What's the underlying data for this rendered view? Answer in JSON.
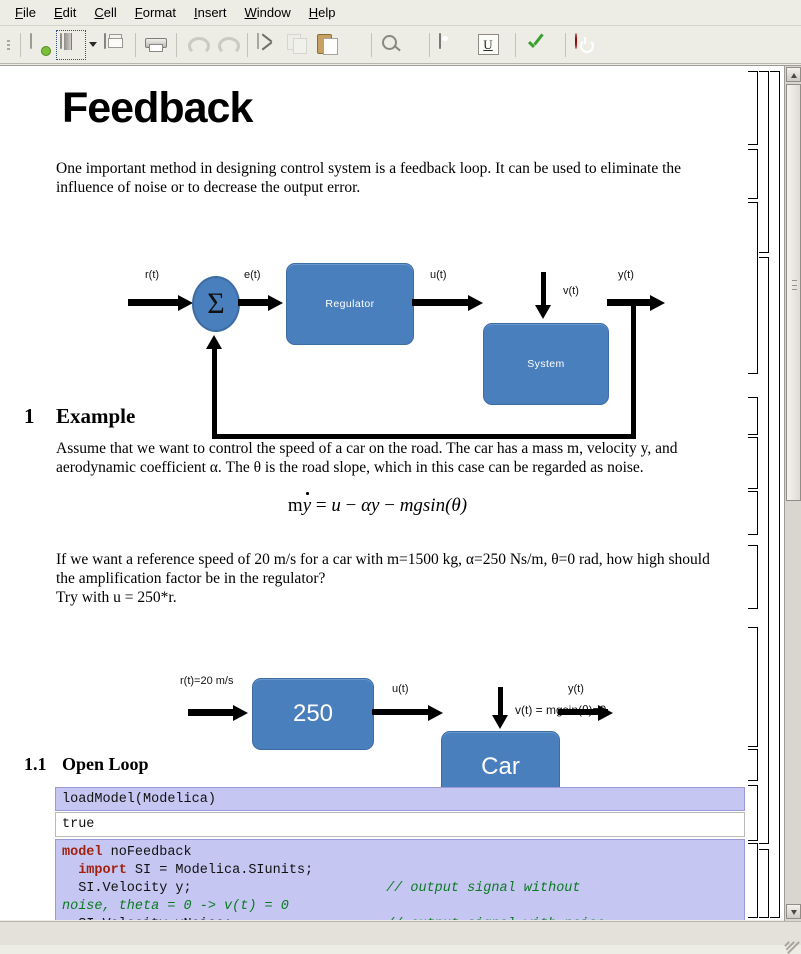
{
  "app": {
    "menu": [
      {
        "label": "File",
        "accel": "F"
      },
      {
        "label": "Edit",
        "accel": "E"
      },
      {
        "label": "Cell",
        "accel": "C"
      },
      {
        "label": "Format",
        "accel": "F"
      },
      {
        "label": "Insert",
        "accel": "I"
      },
      {
        "label": "Window",
        "accel": "W"
      },
      {
        "label": "Help",
        "accel": "H"
      }
    ],
    "toolbar": [
      {
        "name": "new-document-icon",
        "tip": "New"
      },
      {
        "name": "open-folder-icon",
        "tip": "Open"
      },
      {
        "name": "open-dropdown-arrow-icon",
        "tip": "Recent"
      },
      {
        "name": "save-icon",
        "tip": "Save"
      },
      {
        "name": "print-icon",
        "tip": "Print"
      },
      {
        "name": "undo-icon",
        "tip": "Undo"
      },
      {
        "name": "redo-icon",
        "tip": "Redo"
      },
      {
        "name": "cut-icon",
        "tip": "Cut"
      },
      {
        "name": "copy-icon",
        "tip": "Copy"
      },
      {
        "name": "paste-icon",
        "tip": "Paste"
      },
      {
        "name": "search-icon",
        "tip": "Find"
      },
      {
        "name": "insert-image-icon",
        "tip": "Insert Image"
      },
      {
        "name": "underline-icon",
        "tip": "Underline",
        "glyph": "U"
      },
      {
        "name": "evaluate-check-icon",
        "tip": "Evaluate"
      },
      {
        "name": "shutdown-power-icon",
        "tip": "Quit"
      }
    ]
  },
  "document": {
    "title": "Feedback",
    "intro": "One important method in designing control system is a feedback loop. It can be used to eliminate the influence of noise or to decrease the output error.",
    "sections": [
      {
        "num": "1",
        "title": "Example"
      },
      {
        "num": "1.1",
        "title": "Open Loop"
      }
    ],
    "example_para": "Assume that we want to control the speed of a car on the road. The car has a mass m, velocity y, and aerodynamic coefficient α. The θ is the road slope, which in this case can be regarded as noise.",
    "equation": "mẏ = u − αy − mgsin(θ)",
    "question_line1": "If we want a reference speed of 20 m/s for a car with m=1500 kg, α=250 Ns/m, θ=0 rad, how high should",
    "question_line2": "the amplification factor be in the regulator?",
    "question_line3": "Try with u = 250*r."
  },
  "diagram1": {
    "name": "feedback-loop-block-diagram",
    "blocks": [
      {
        "label": "Regulator"
      },
      {
        "label": "System"
      }
    ],
    "sum_symbol": "Σ",
    "labels": {
      "input": "r(t)",
      "error": "e(t)",
      "control": "u(t)",
      "noise": "v(t)",
      "output": "y(t)"
    },
    "colors": {
      "block_fill": "#4a7fbd",
      "block_border": "#3d6ca3"
    }
  },
  "diagram2": {
    "name": "open-loop-car-block-diagram",
    "blocks": [
      {
        "label": "250"
      },
      {
        "label": "Car"
      }
    ],
    "labels": {
      "input": "r(t)=20 m/s",
      "control": "u(t)",
      "noise": "v(t) = mgsin(θ)=0",
      "output": "y(t)"
    },
    "colors": {
      "block_fill": "#4a7fbd",
      "block_border": "#3d6ca3"
    }
  },
  "cells": [
    {
      "type": "input",
      "name": "load-model-input-cell",
      "text": "loadModel(Modelica)"
    },
    {
      "type": "output",
      "name": "load-model-output-cell",
      "text": "true"
    },
    {
      "type": "input",
      "name": "no-feedback-model-input-cell",
      "lines": [
        {
          "kw": "model",
          "rest": " noFeedback"
        },
        {
          "indent": "  ",
          "kw": "import",
          "rest": " SI = Modelica.SIunits;"
        },
        {
          "indent": "  ",
          "plain": "SI.Velocity y;",
          "pad": 38,
          "cmt": "// output signal without"
        },
        {
          "cmt_full": "noise, theta = 0 -> v(t) = 0"
        },
        {
          "indent": "  ",
          "plain": "SI.Velocity yNoise;",
          "pad": 33,
          "cmt": "// output signal with noise"
        }
      ]
    }
  ],
  "scrollbar": {
    "name": "vertical-scrollbar",
    "thumb_top_pct": 2,
    "thumb_height_pct": 49
  }
}
